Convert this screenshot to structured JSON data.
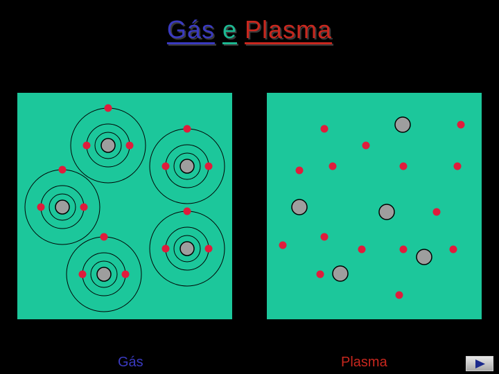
{
  "title": {
    "word1": "Gás",
    "word2": "e",
    "word3": "Plasma"
  },
  "captions": {
    "gas": "Gás",
    "plasma": "Plasma"
  },
  "colors": {
    "background": "#000000",
    "panel": "#1cc79b",
    "electron": "#e01c3c",
    "nucleus": "#9e9e9e",
    "title_blue": "#3a3ac0",
    "title_green": "#1cb891",
    "title_red": "#c8271e"
  },
  "navigation": {
    "next_icon": "play-triangle-icon"
  }
}
